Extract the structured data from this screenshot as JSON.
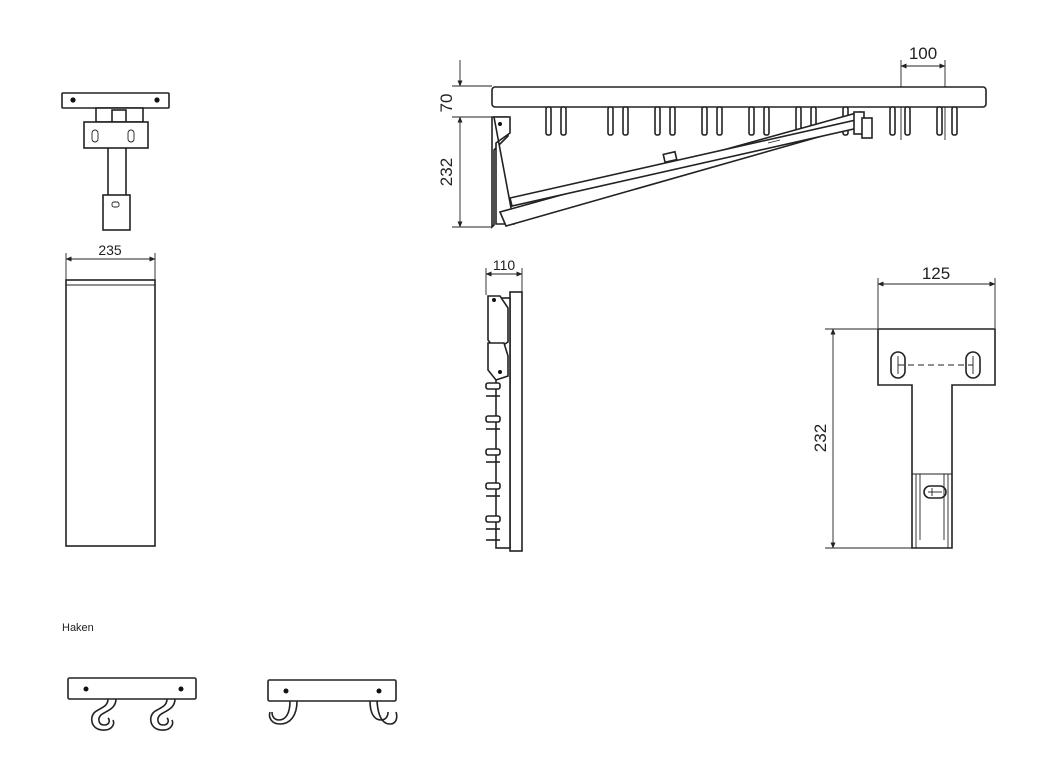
{
  "dimensions": {
    "top_right_width": "100",
    "top_right_height": "70",
    "top_right_depth": "232",
    "front_width": "235",
    "side_width": "110",
    "bracket_width": "125",
    "bracket_height": "232"
  },
  "section_label": "Haken"
}
